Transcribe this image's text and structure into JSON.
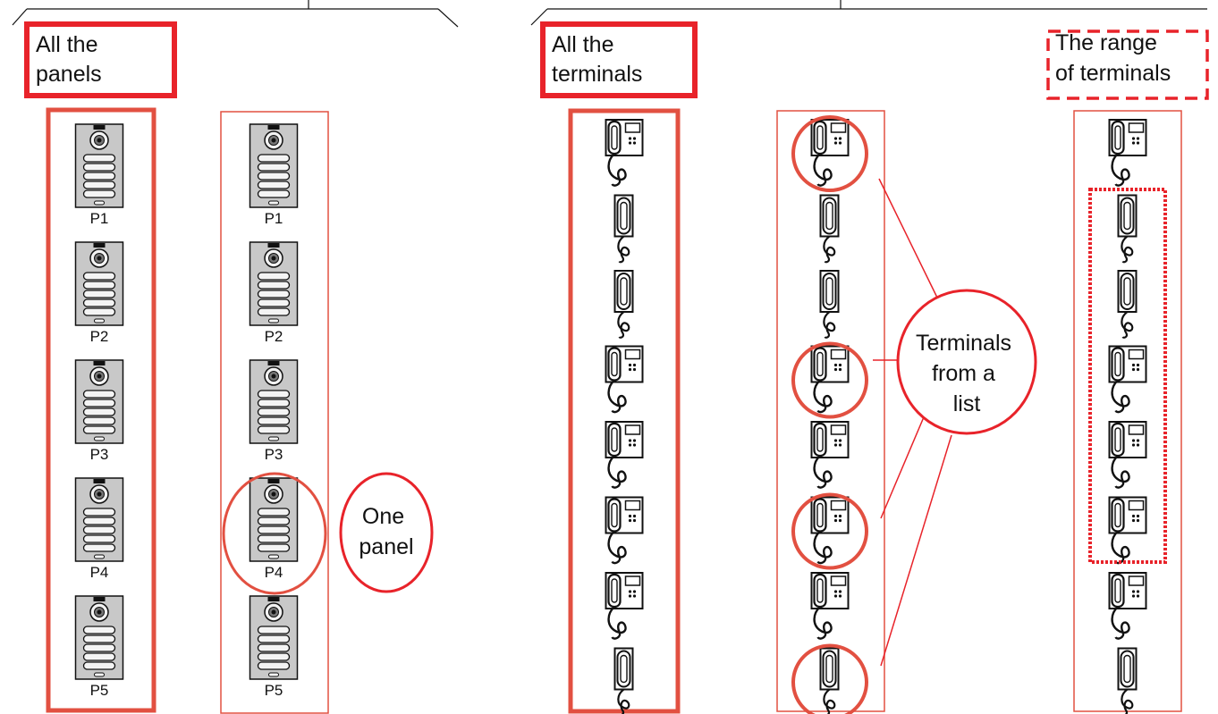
{
  "left_section": {
    "header_label": "All the\npanels",
    "column_all": {
      "panels": [
        "P1",
        "P2",
        "P3",
        "P4",
        "P5"
      ]
    },
    "column_one": {
      "panels": [
        "P1",
        "P2",
        "P3",
        "P4",
        "P5"
      ],
      "highlighted": "P4",
      "callout": "One\npanel"
    }
  },
  "right_section": {
    "header_all": "All the\nterminals",
    "header_range": "The range\nof terminals",
    "column_all": {
      "terminals": [
        "monitor",
        "handset",
        "handset",
        "monitor",
        "monitor",
        "monitor",
        "monitor",
        "handset"
      ]
    },
    "column_list": {
      "terminals": [
        "monitor",
        "handset",
        "handset",
        "monitor",
        "monitor",
        "monitor",
        "monitor",
        "handset"
      ],
      "selected_indices": [
        0,
        3,
        5,
        7
      ],
      "callout": "Terminals\nfrom a\nlist"
    },
    "column_range": {
      "terminals": [
        "monitor",
        "handset",
        "handset",
        "monitor",
        "monitor",
        "monitor",
        "monitor",
        "handset"
      ],
      "range_start": 1,
      "range_end": 5
    }
  },
  "colors": {
    "accent_red": "#e8232a",
    "frame_red": "#e25041",
    "panel_gray": "#c4c4c4",
    "line": "#111111"
  }
}
